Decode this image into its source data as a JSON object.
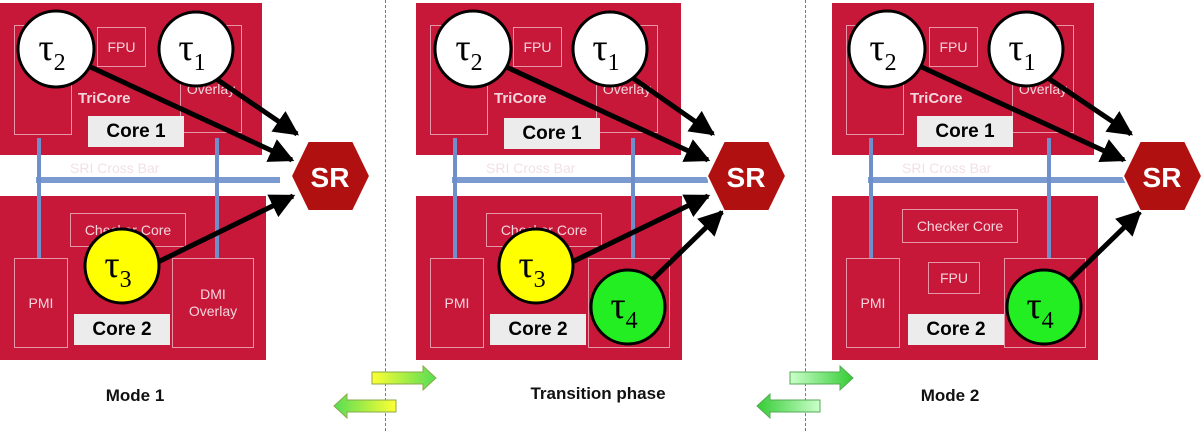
{
  "panels": [
    {
      "fpu": "FPU",
      "tricore": "TriCore",
      "overlay": "Overlay",
      "core1_label": "Core 1",
      "sri_label": "SRI Cross Bar",
      "sr_label": "SR",
      "checker": "Checker Core",
      "pmi": "PMI",
      "dmi_overlay_1": "DMI",
      "dmi_overlay_2": "Overlay",
      "core2_label": "Core 2",
      "mode_label": "Mode 1",
      "tasks": [
        {
          "sym": "τ",
          "sub": "2",
          "color": "#ffffff"
        },
        {
          "sym": "τ",
          "sub": "1",
          "color": "#ffffff"
        },
        {
          "sym": "τ",
          "sub": "3",
          "color": "#ffff00"
        }
      ]
    },
    {
      "fpu": "FPU",
      "tricore": "TriCore",
      "overlay": "Overlay",
      "core1_label": "Core 1",
      "sri_label": "SRI Cross Bar",
      "sr_label": "SR",
      "checker": "Checker Core",
      "pmi": "PMI",
      "core2_label": "Core 2",
      "mode_label": "Transition phase",
      "tasks": [
        {
          "sym": "τ",
          "sub": "2",
          "color": "#ffffff"
        },
        {
          "sym": "τ",
          "sub": "1",
          "color": "#ffffff"
        },
        {
          "sym": "τ",
          "sub": "3",
          "color": "#ffff00"
        },
        {
          "sym": "τ",
          "sub": "4",
          "color": "#22ee22"
        }
      ]
    },
    {
      "fpu": "FPU",
      "tricore": "TriCore",
      "overlay": "Overlay",
      "core1_label": "Core 1",
      "sri_label": "SRI Cross Bar",
      "sr_label": "SR",
      "checker": "Checker Core",
      "fpu2": "FPU",
      "pmi": "PMI",
      "core2_label": "Core 2",
      "mode_label": "Mode 2",
      "tasks": [
        {
          "sym": "τ",
          "sub": "2",
          "color": "#ffffff"
        },
        {
          "sym": "τ",
          "sub": "1",
          "color": "#ffffff"
        },
        {
          "sym": "τ",
          "sub": "4",
          "color": "#22ee22"
        }
      ]
    }
  ],
  "colors": {
    "core_red": "#c8183a",
    "sr_red": "#b01010",
    "bus_blue": "#7a9ad0",
    "arrow_yellow": "#ffff00",
    "arrow_green": "#33dd33"
  }
}
